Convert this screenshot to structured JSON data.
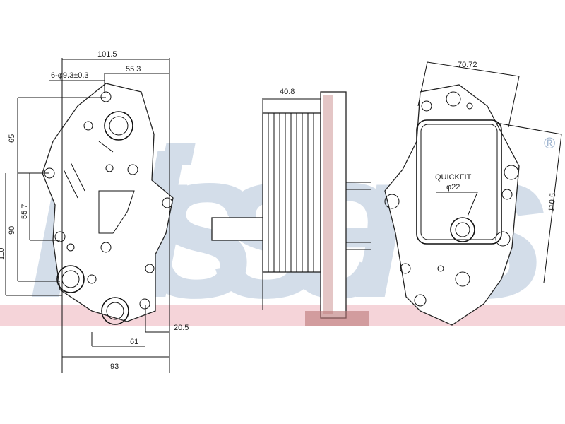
{
  "watermark": {
    "brand": "Nissens",
    "registered_mark": "®",
    "color": "#9fb5d0",
    "band_color": "#f2c9cf"
  },
  "front_view": {
    "dims": {
      "overall_width": "101.5",
      "hole_spec": "6-φ9.3±0.3",
      "hole_offset": "55 3",
      "height_upper": "65",
      "height_mid": "55 7",
      "height_90": "90",
      "height_total": "110",
      "offset_bottom": "20.5",
      "width_61": "61",
      "width_93": "93"
    }
  },
  "side_view": {
    "dims": {
      "depth": "40.8"
    }
  },
  "rear_view": {
    "dims": {
      "width": "70.72",
      "height": "110 5"
    },
    "label": "QUICKFIT",
    "diameter": "φ22"
  }
}
